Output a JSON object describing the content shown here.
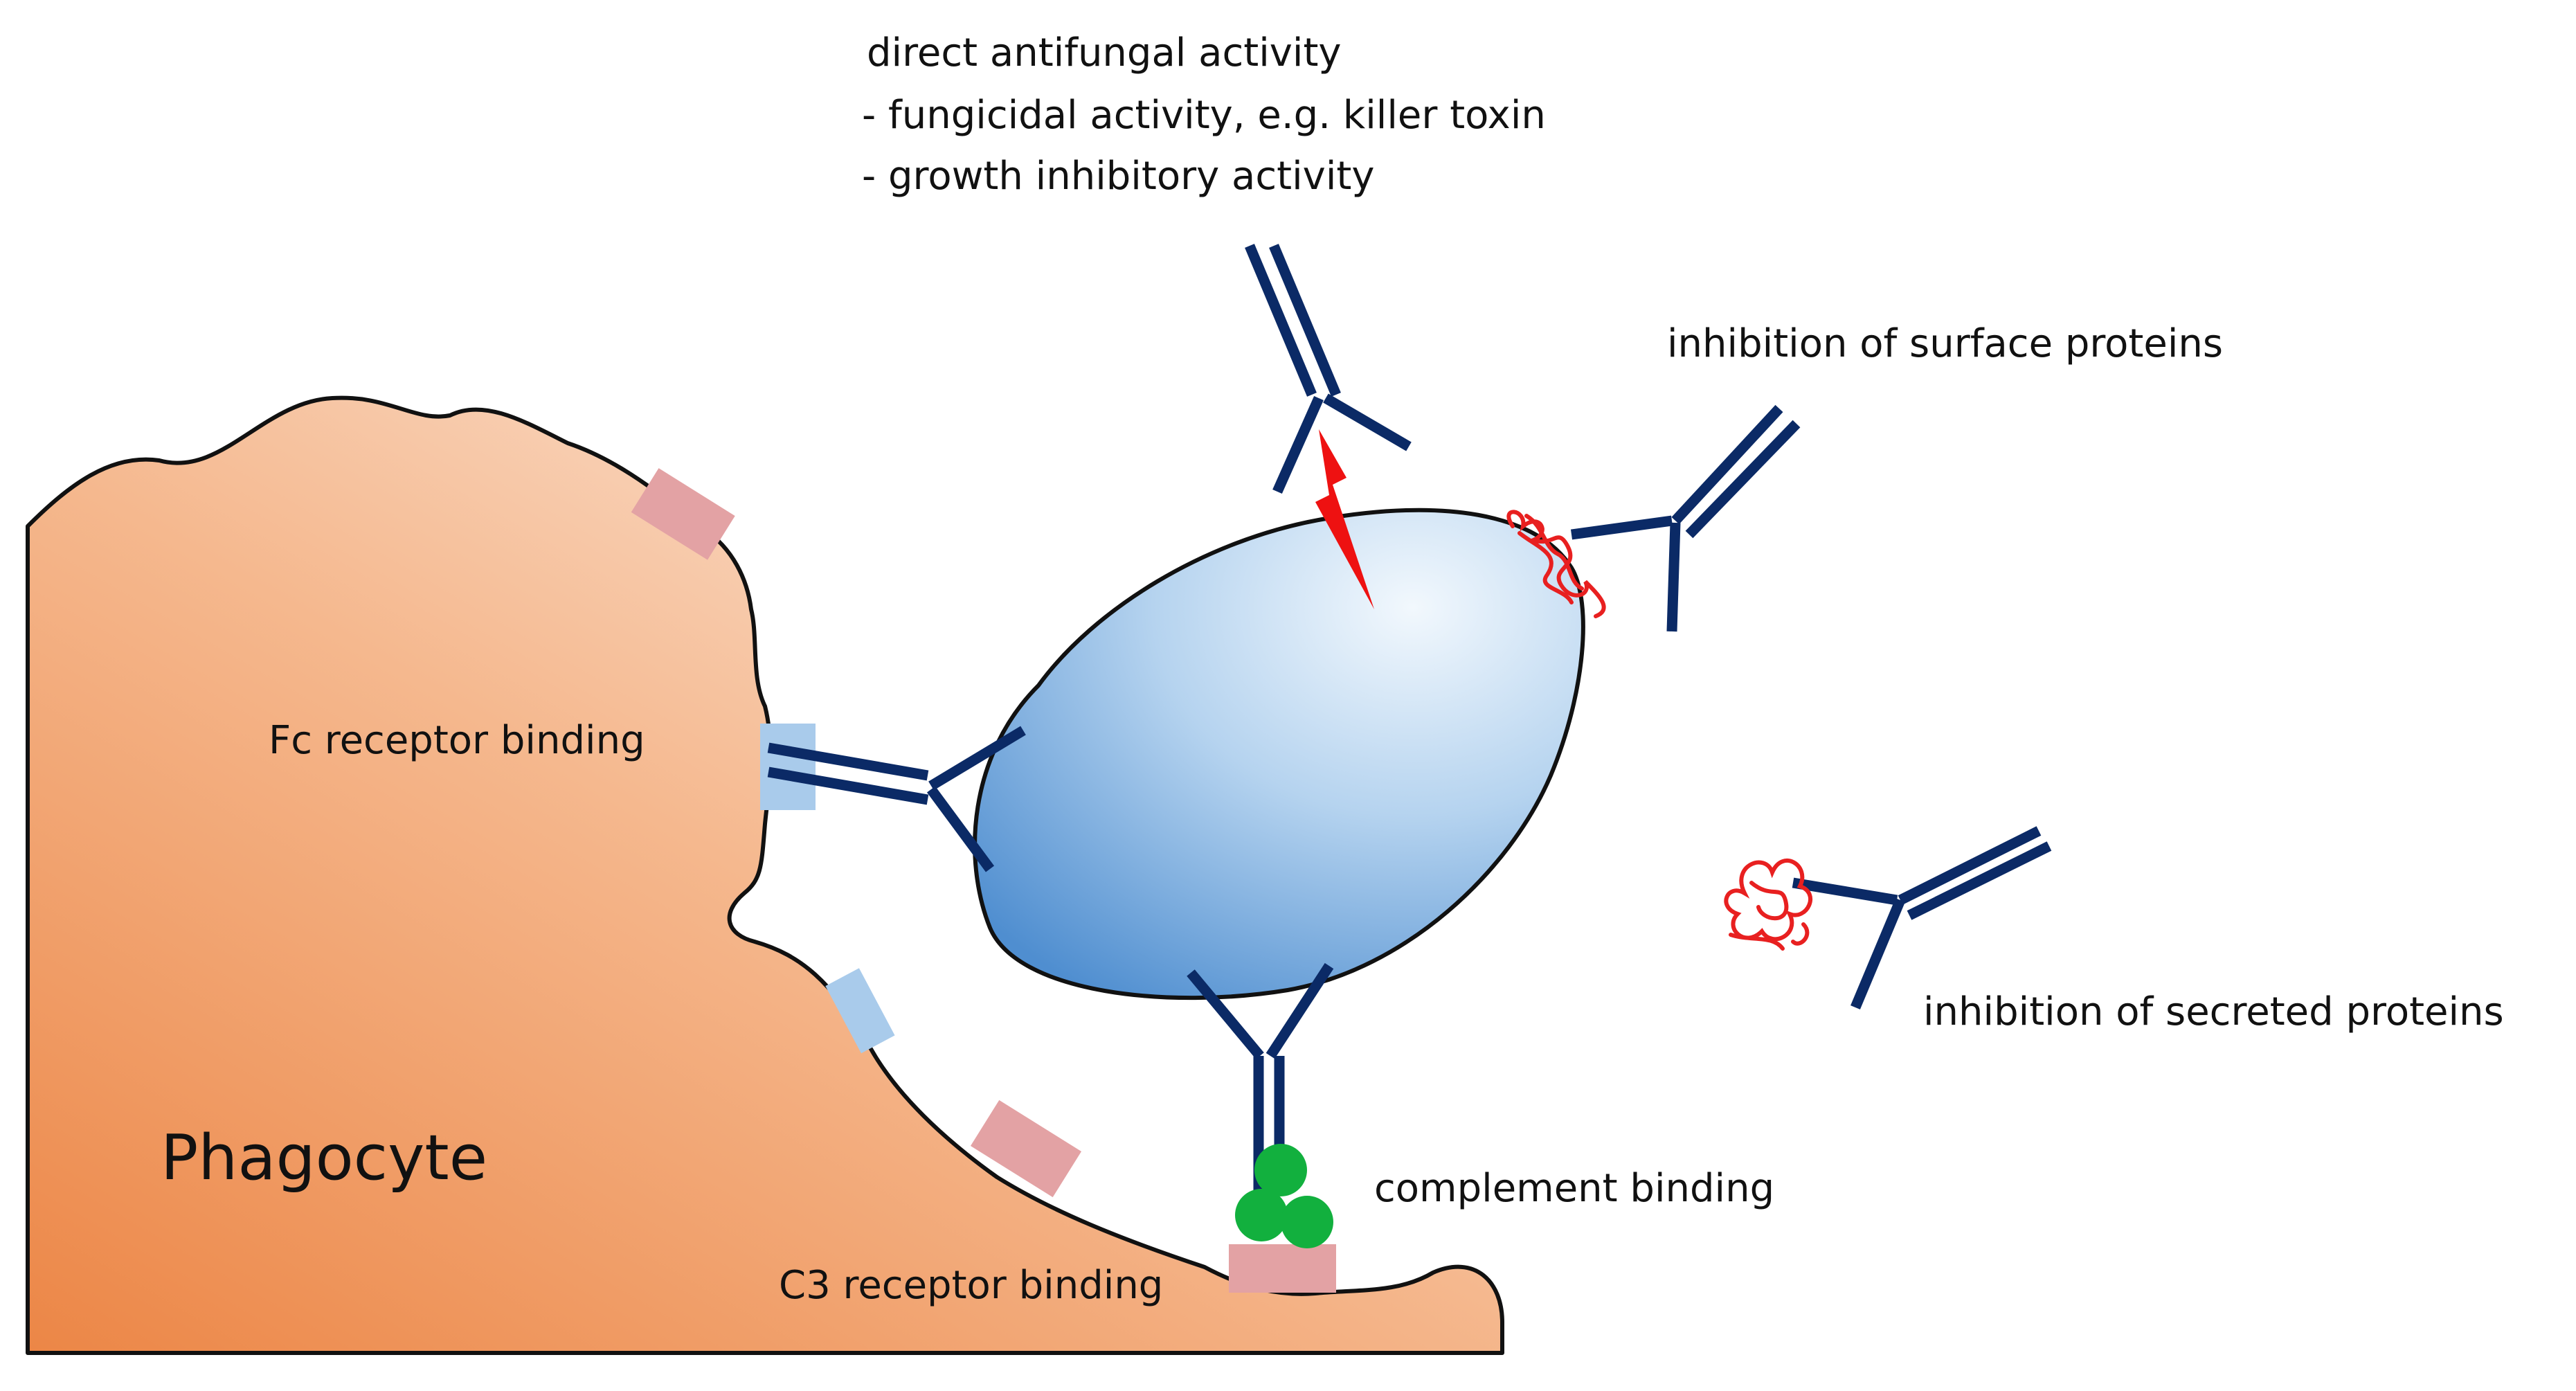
{
  "cell": {
    "name": "Phagocyte"
  },
  "labels": {
    "direct_activity_title": "direct antifungal activity",
    "direct_activity_item1": "- fungicidal activity, e.g. killer toxin",
    "direct_activity_item2": "- growth inhibitory activity",
    "surface_proteins": "inhibition of surface proteins",
    "secreted_proteins": "inhibition of secreted proteins",
    "fc_receptor": "Fc receptor binding",
    "complement": "complement binding",
    "c3_receptor": "C3 receptor binding"
  },
  "colors": {
    "antibody": "#0b2a66",
    "phagocyte_light": "#fbe3d4",
    "phagocyte_dark": "#ee8c4c",
    "fungus_light": "#eef5fc",
    "fungus_dark": "#5f99d4",
    "c3_receptor": "#e3a2a4",
    "fc_receptor": "#a9cbeb",
    "complement": "#12b03e",
    "protein": "#e82020",
    "toxin": "#ee1111",
    "outline": "#111111"
  },
  "icons": {
    "antibody": "y-shaped-antibody-icon",
    "toxin": "lightning-bolt-icon",
    "protein": "tangled-protein-icon"
  }
}
